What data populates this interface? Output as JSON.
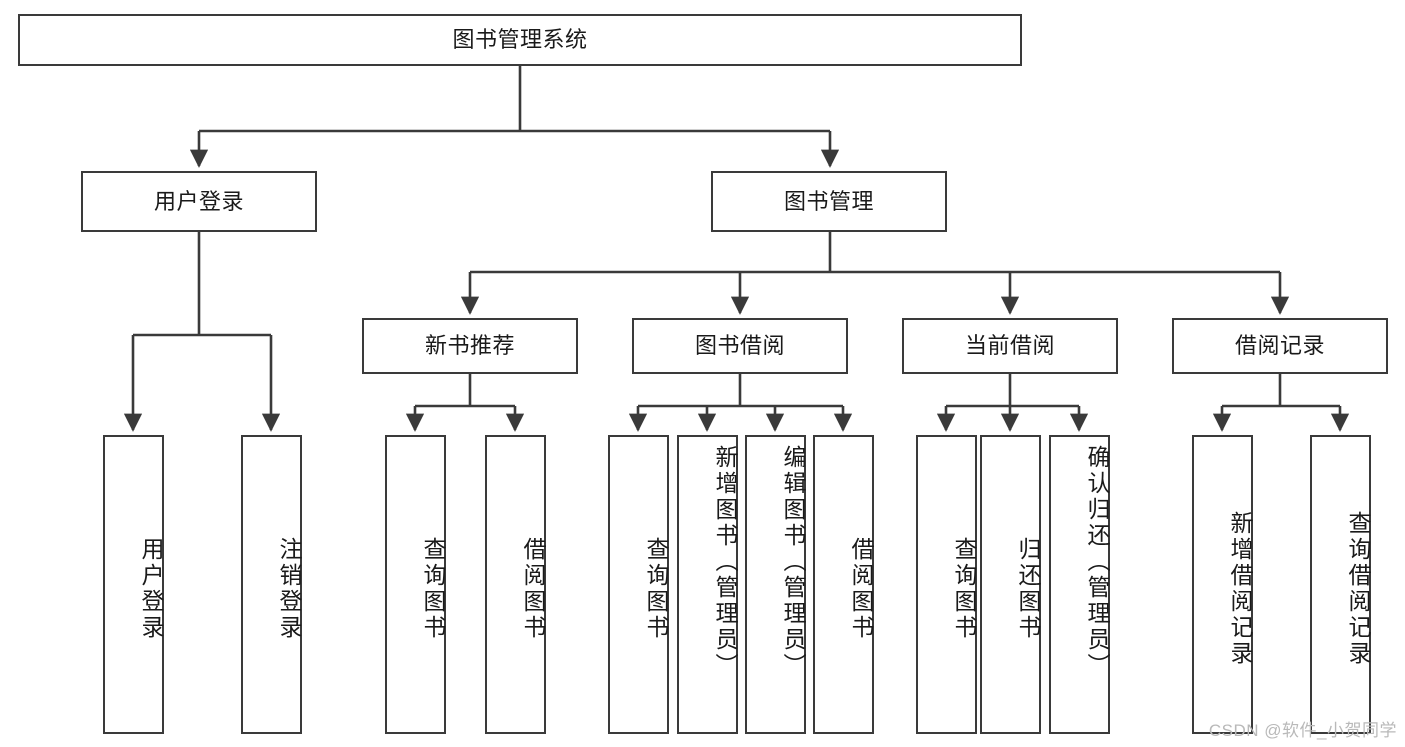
{
  "diagram": {
    "type": "tree",
    "title": "图书管理系统",
    "colors": {
      "stroke": "#3a3a3a",
      "fill": "#ffffff",
      "text": "#1a1a1a",
      "watermark": "#b9b9b9"
    },
    "levels": {
      "root": {
        "label": "图书管理系统"
      },
      "level2": [
        {
          "label": "用户登录"
        },
        {
          "label": "图书管理"
        }
      ],
      "level3": [
        {
          "label": "新书推荐"
        },
        {
          "label": "图书借阅"
        },
        {
          "label": "当前借阅"
        },
        {
          "label": "借阅记录"
        }
      ],
      "leaves": [
        {
          "label": "用户登录",
          "parent": "用户登录"
        },
        {
          "label": "注销登录",
          "parent": "用户登录"
        },
        {
          "label": "查询图书",
          "parent": "新书推荐"
        },
        {
          "label": "借阅图书",
          "parent": "新书推荐"
        },
        {
          "label": "查询图书",
          "parent": "图书借阅"
        },
        {
          "label": "新增图书（管理员）",
          "parent": "图书借阅"
        },
        {
          "label": "编辑图书（管理员）",
          "parent": "图书借阅"
        },
        {
          "label": "借阅图书",
          "parent": "图书借阅"
        },
        {
          "label": "查询图书",
          "parent": "当前借阅"
        },
        {
          "label": "归还图书",
          "parent": "当前借阅"
        },
        {
          "label": "确认归还（管理员）",
          "parent": "当前借阅"
        },
        {
          "label": "新增借阅记录",
          "parent": "借阅记录"
        },
        {
          "label": "查询借阅记录",
          "parent": "借阅记录"
        }
      ]
    }
  },
  "watermark": {
    "text": "CSDN @软件_小贺同学"
  }
}
